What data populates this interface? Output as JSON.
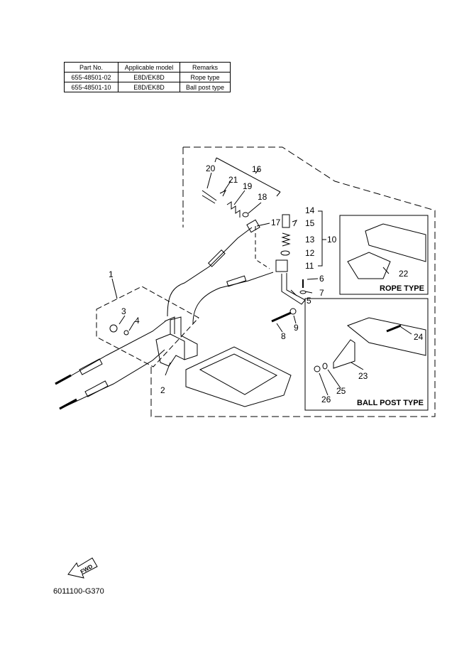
{
  "parts_table": {
    "headers": [
      "Part No.",
      "Applicable model",
      "Remarks"
    ],
    "rows": [
      [
        "655-48501-02",
        "E8D/EK8D",
        "Rope type"
      ],
      [
        "655-48501-10",
        "E8D/EK8D",
        "Ball post type"
      ]
    ]
  },
  "callouts": {
    "c1": "1",
    "c2": "2",
    "c3": "3",
    "c4": "4",
    "c5": "5",
    "c6": "6",
    "c7": "7",
    "c8": "8",
    "c9": "9",
    "c10": "10",
    "c11": "11",
    "c12": "12",
    "c13": "13",
    "c14": "14",
    "c15": "15",
    "c16": "16",
    "c17": "17",
    "c18": "18",
    "c19": "19",
    "c20": "20",
    "c21": "21",
    "c22": "22",
    "c23": "23",
    "c24": "24",
    "c25": "25",
    "c26": "26"
  },
  "inset_boxes": {
    "rope": "ROPE TYPE",
    "ball": "BALL POST TYPE"
  },
  "fwd_label": "FWD",
  "diagram_code": "6011100-G370"
}
